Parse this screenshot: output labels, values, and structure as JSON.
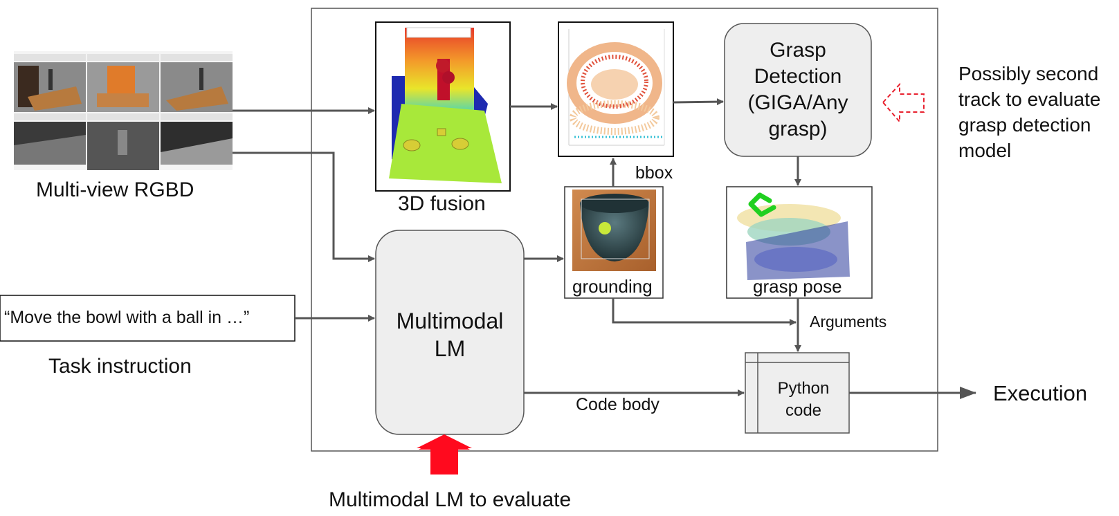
{
  "inputs": {
    "rgbd_caption": "Multi-view RGBD",
    "instruction_text": "“Move the bowl with a ball in …”",
    "instruction_caption": "Task instruction"
  },
  "pipeline": {
    "fusion_caption": "3D fusion",
    "bbox_label": "bbox",
    "grasp_detection_lines": [
      "Grasp",
      "Detection",
      "(GIGA/Any",
      "grasp)"
    ],
    "grounding_caption": "grounding",
    "grasp_pose_caption": "grasp pose",
    "mlm_lines": [
      "Multimodal",
      "LM"
    ],
    "arguments_label": "Arguments",
    "code_body_label": "Code body",
    "python_code_lines": [
      "Python",
      "code"
    ],
    "execution_label": "Execution"
  },
  "annotations": {
    "second_track_lines": [
      "Possibly second",
      "track to evaluate",
      "grasp detection",
      "model"
    ],
    "evaluate_label": "Multimodal LM to evaluate"
  },
  "colors": {
    "arrow": "#555555",
    "box_fill": "#eeeeee",
    "highlight_arrow": "#ff0a1e",
    "dashed_arrow": "#e8202e"
  }
}
